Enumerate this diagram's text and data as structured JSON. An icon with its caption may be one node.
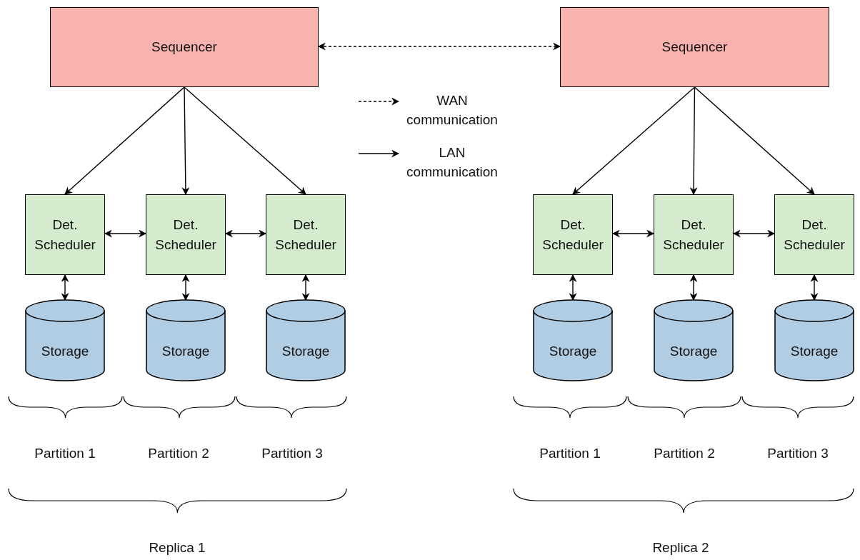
{
  "diagram": {
    "nodes": [
      {
        "text": [
          "Sequencer"
        ]
      },
      {
        "text": [
          "Sequencer"
        ]
      },
      {
        "text": [
          "Det. Scheduler"
        ]
      },
      {
        "text": [
          "Det. Scheduler"
        ]
      },
      {
        "text": [
          "Det. Scheduler"
        ]
      },
      {
        "text": [
          "Det. Scheduler"
        ]
      },
      {
        "text": [
          "Det. Scheduler"
        ]
      },
      {
        "text": [
          "Det. Scheduler"
        ]
      },
      {
        "text": [
          "Storage"
        ]
      },
      {
        "text": [
          "Storage"
        ]
      },
      {
        "text": [
          "Storage"
        ]
      },
      {
        "text": [
          "Storage"
        ]
      },
      {
        "text": [
          "Storage"
        ]
      },
      {
        "text": [
          "Storage"
        ]
      }
    ],
    "edges": [
      {
        "from": 0,
        "to": 1,
        "arrow": "both",
        "style": "dashed"
      },
      {
        "from": 0,
        "to": 2,
        "arrow": "to"
      },
      {
        "from": 0,
        "to": 3,
        "arrow": "to"
      },
      {
        "from": 0,
        "to": 4,
        "arrow": "to"
      },
      {
        "from": 1,
        "to": 5,
        "arrow": "to"
      },
      {
        "from": 1,
        "to": 6,
        "arrow": "to"
      },
      {
        "from": 1,
        "to": 7,
        "arrow": "to"
      },
      {
        "from": 2,
        "to": 3,
        "arrow": "both"
      },
      {
        "from": 3,
        "to": 4,
        "arrow": "both"
      },
      {
        "from": 5,
        "to": 6,
        "arrow": "both"
      },
      {
        "from": 6,
        "to": 7,
        "arrow": "both"
      },
      {
        "from": 2,
        "to": 8,
        "arrow": "both"
      },
      {
        "from": 3,
        "to": 9,
        "arrow": "both"
      },
      {
        "from": 4,
        "to": 10,
        "arrow": "both"
      },
      {
        "from": 5,
        "to": 11,
        "arrow": "both"
      },
      {
        "from": 6,
        "to": 12,
        "arrow": "both"
      },
      {
        "from": 7,
        "to": 13,
        "arrow": "both"
      }
    ],
    "labels": [
      "Partition 1",
      "Partition 2",
      "Partition 3",
      "Partition 1",
      "Partition 2",
      "Partition 3",
      "Replica 1",
      "Replica 2"
    ],
    "legend": [
      {
        "text": "WAN communication"
      },
      {
        "text": "LAN communication"
      }
    ]
  }
}
